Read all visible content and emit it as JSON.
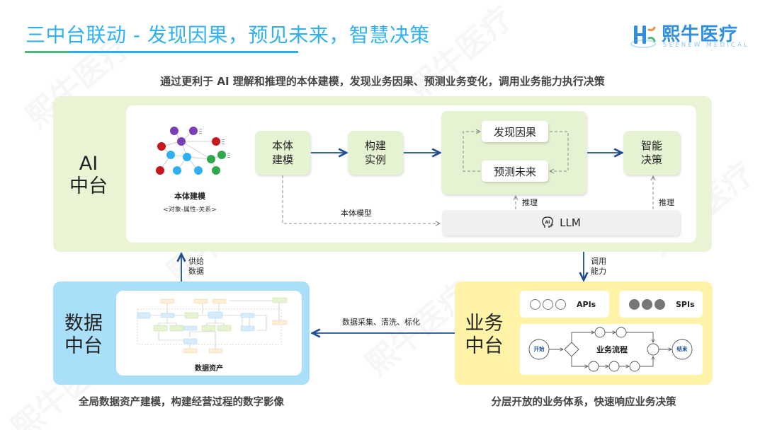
{
  "header": {
    "title": "三中台联动 - 发现因果，预见未来，智慧决策",
    "subtitle": "通过更利于 AI 理解和推理的本体建模，发现业务因果、预测业务变化，调用业务能力执行决策"
  },
  "logo": {
    "name": "熙牛医疗",
    "tagline": "SEENEW MEDICAL",
    "colors": {
      "primary": "#2f8fe0",
      "accent_orange": "#f08a3c",
      "accent_green": "#4cb87c"
    }
  },
  "colors": {
    "title": "#2fb1f0",
    "ai_panel": "#e8f4d4",
    "data_panel": "#aadff9",
    "biz_panel": "#fff3a8",
    "arrow": "#1f4e96"
  },
  "ai_platform": {
    "label": "AI\n中台",
    "label_line1": "AI",
    "label_line2": "中台",
    "ontology_graph": {
      "title": "本体建模",
      "subtitle": "<对象-属性-关系>"
    },
    "steps": {
      "ontology_line1": "本体",
      "ontology_line2": "建模",
      "instance_line1": "构建",
      "instance_line2": "实例",
      "discover": "发现因果",
      "predict": "预测未来",
      "decision_line1": "智能",
      "decision_line2": "决策"
    },
    "llm": {
      "icon": "ai-head-icon",
      "label": "LLM"
    },
    "edge_labels": {
      "ontology_model": "本体模型",
      "reasoning_1": "推理",
      "reasoning_2": "推理"
    }
  },
  "connections": {
    "supply_data_line1": "供给",
    "supply_data_line2": "数据",
    "invoke_line1": "调用",
    "invoke_line2": "能力",
    "collect": "数据采集、清洗、标化"
  },
  "data_platform": {
    "label_line1": "数据",
    "label_line2": "中台",
    "asset_title": "数据资产",
    "footer": "全局数据资产建模，构建经营过程的数字影像"
  },
  "business_platform": {
    "label_line1": "业务",
    "label_line2": "中台",
    "apis_label": "APIs",
    "spis_label": "SPIs",
    "flow": {
      "start": "开始",
      "title": "业务流程",
      "end": "结束"
    },
    "footer": "分层开放的业务体系，快速响应业务决策"
  }
}
